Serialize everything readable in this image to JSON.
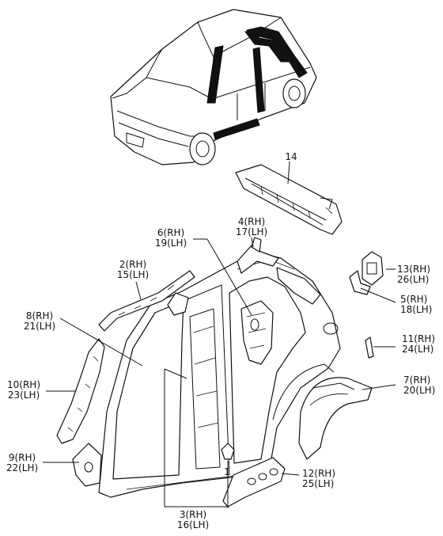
{
  "labels": [
    {
      "id": "p14",
      "lines": [
        "14"
      ]
    },
    {
      "id": "p4",
      "lines": [
        "4(RH)",
        "17(LH)"
      ]
    },
    {
      "id": "p6",
      "lines": [
        "6(RH)",
        "19(LH)"
      ]
    },
    {
      "id": "p2",
      "lines": [
        "2(RH)",
        "15(LH)"
      ]
    },
    {
      "id": "p13",
      "lines": [
        "13(RH)",
        "26(LH)"
      ]
    },
    {
      "id": "p5",
      "lines": [
        "5(RH)",
        "18(LH)"
      ]
    },
    {
      "id": "p8",
      "lines": [
        "8(RH)",
        "21(LH)"
      ]
    },
    {
      "id": "p11",
      "lines": [
        "11(RH)",
        "24(LH)"
      ]
    },
    {
      "id": "p10",
      "lines": [
        "10(RH)",
        "23(LH)"
      ]
    },
    {
      "id": "p7",
      "lines": [
        "7(RH)",
        "20(LH)"
      ]
    },
    {
      "id": "p9",
      "lines": [
        "9(RH)",
        "22(LH)"
      ]
    },
    {
      "id": "p1",
      "lines": [
        "1"
      ]
    },
    {
      "id": "p12",
      "lines": [
        "12(RH)",
        "25(LH)"
      ]
    },
    {
      "id": "p3",
      "lines": [
        "3(RH)",
        "16(LH)"
      ]
    }
  ]
}
